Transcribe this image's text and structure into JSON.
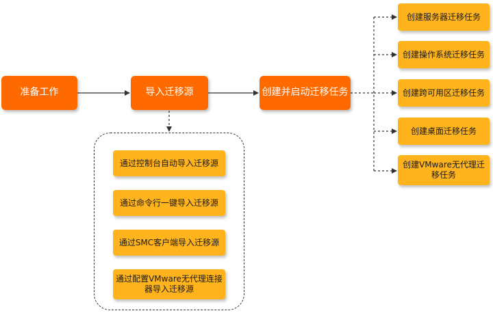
{
  "colors": {
    "main": "#FF6A00",
    "sub": "#FFB41E",
    "line": "#333333"
  },
  "main_steps": [
    "准备工作",
    "导入迁移源",
    "创建并启动迁移任务"
  ],
  "import_methods": [
    "通过控制台自动导入迁移源",
    "通过命令行一键导入迁移源",
    "通过SMC客户端导入迁移源",
    "通过配置VMware无代理连接器导入迁移源"
  ],
  "task_types": [
    "创建服务器迁移任务",
    "创建操作系统迁移任务",
    "创建跨可用区迁移任务",
    "创建桌面迁移任务",
    "创建VMware无代理迁移任务"
  ]
}
